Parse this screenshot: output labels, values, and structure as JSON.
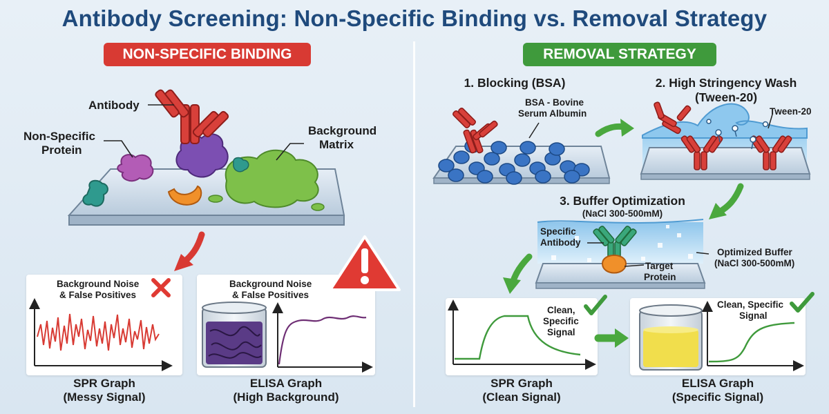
{
  "header": {
    "title": "Antibody Screening: Non-Specific Binding vs. Removal Strategy"
  },
  "colors": {
    "title": "#1f4a7c",
    "red_pill": "#d83a33",
    "green_pill": "#3f9a3c",
    "antibody": "#d8403a",
    "green_check": "#3f9a3c",
    "bsa": "#3a74c4"
  },
  "left": {
    "banner": "NON-SPECIFIC BINDING",
    "labels": {
      "antibody": "Antibody",
      "protein_line1": "Non-Specific",
      "protein_line2": "Protein",
      "matrix_line1": "Background",
      "matrix_line2": "Matrix"
    },
    "spr_card": {
      "note_line1": "Background Noise",
      "note_line2": "& False Positives",
      "caption_line1": "SPR Graph",
      "caption_line2": "(Messy Signal)"
    },
    "elisa_card": {
      "note_line1": "Background Noise",
      "note_line2": "& False Positives",
      "caption_line1": "ELISA Graph",
      "caption_line2": "(High Background)"
    }
  },
  "right": {
    "banner": "REMOVAL STRATEGY",
    "step1": {
      "title": "1. Blocking (BSA)",
      "bsa_line1": "BSA - Bovine",
      "bsa_line2": "Serum Albumin"
    },
    "step2": {
      "title_line1": "2. High Stringency Wash",
      "title_line2": "(Tween-20)",
      "tween": "Tween-20"
    },
    "step3": {
      "title": "3. Buffer Optimization",
      "subtitle": "(NaCl 300-500mM)",
      "specific_line1": "Specific",
      "specific_line2": "Antibody",
      "target_line1": "Target",
      "target_line2": "Protein",
      "buffer_line1": "Optimized Buffer",
      "buffer_line2": "(NaCl 300-500mM)"
    },
    "spr_card": {
      "note_line1": "Clean,",
      "note_line2": "Specific",
      "note_line3": "Signal",
      "caption_line1": "SPR Graph",
      "caption_line2": "(Clean Signal)"
    },
    "elisa_card": {
      "note_line1": "Clean, Specific",
      "note_line2": "Signal",
      "caption_line1": "ELISA Graph",
      "caption_line2": "(Specific Signal)"
    }
  },
  "icons": [
    "warning-icon",
    "cross-icon",
    "check-icon",
    "arrow-icon"
  ]
}
